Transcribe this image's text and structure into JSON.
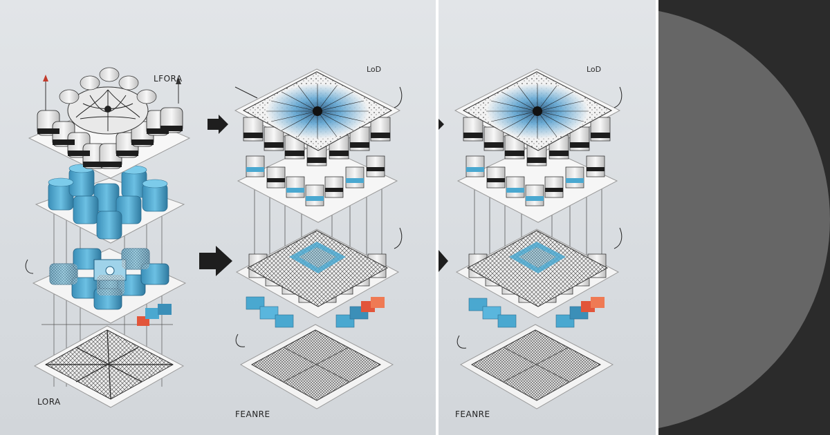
{
  "labels": {
    "stack_left_top": "LFORA",
    "stack_left_bottom": "LORA",
    "stack_mid_top": "LoD",
    "stack_mid_bottom": "FEANRE",
    "stack_right_top": "LoD",
    "stack_right_bottom": "FEANRE"
  },
  "colors": {
    "background": "#dadde1",
    "accent_blue": "#4aa8d0",
    "accent_orange": "#e2553a",
    "dark_overlay": "#2b2b2b",
    "circle_gray": "#666666"
  },
  "icons": [
    "arrow-right-icon"
  ]
}
